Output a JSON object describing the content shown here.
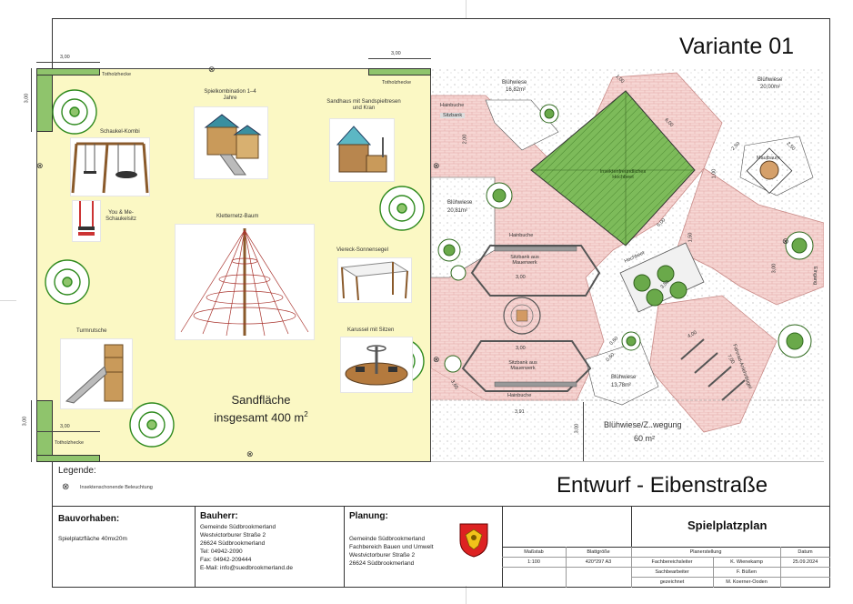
{
  "title": "Variante 01",
  "subtitle": "Entwurf - Eibenstraße",
  "colors": {
    "sand": "#fbf8c4",
    "paving": "#f3cfcd",
    "grass": "#7dbb5a",
    "border": "#222222"
  },
  "dimensions": {
    "d300_top_left": "3,00",
    "d300_top_right": "3,00",
    "d300_left_v": "3,00",
    "d300_bottom_left": "3,00",
    "d300_bottom_v": "3,00",
    "d300_bottom_right_v": "3,00",
    "d100": "1,00",
    "d600_a": "6,00",
    "d600_b": "6,00",
    "d200": "2,00",
    "d250_a": "2,50",
    "d250_b": "2,50",
    "d150": "1,50",
    "d350": "3,50",
    "d300_c1": "3,00",
    "d300_c2": "3,00",
    "d300_right": "3,00",
    "d400": "4,00",
    "d700": "7,00",
    "d100_b": "1,00",
    "d365": "3,65",
    "d391": "3,91",
    "d060": "0,60",
    "d060b": "0,60"
  },
  "hedges": {
    "top_left": "Totholzhecke",
    "top_right": "Totholzhecke",
    "bottom_left": "Totholzhecke"
  },
  "equipment": {
    "spielkombination": "Spielkombination 1–4 Jahre",
    "sandhaus": "Sandhaus mit Sandspieltresen und Kran",
    "schaukel": "Schaukel-Kombi",
    "you_me": "You & Me-Schaukelsitz",
    "kletternetz": "Kletternetz-Baum",
    "sonnensegel": "Viereck-Sonnensegel",
    "turmrutsche": "Turmrutsche",
    "karussell": "Karussel mit Sitzen"
  },
  "sand_area": {
    "line1": "Sandfläche",
    "line2": "insgesamt 400 m",
    "sup": "2"
  },
  "plan_labels": {
    "bluehwiese_1": "Blühwiese",
    "bluehwiese_1_area": "16,82m²",
    "bluehwiese_2": "Blühwiese",
    "bluehwiese_2_area": "20,00m²",
    "bluehwiese_3": "Blühwiese",
    "bluehwiese_3_area": "20,81m²",
    "bluehwiese_4": "Blühwiese",
    "bluehwiese_4_area": "13,78m²",
    "hainbuche_1": "Hainbuche",
    "sitzbank": "Sitzbank",
    "insekten": "Insektenfreundliches Hochbeet",
    "maulbaum": "Maulbaum",
    "hainbuche_2": "Hainbuche",
    "sitzbank_mauer_1": "Sitzbank aus Mauerwerk",
    "sitzbank_mauer_2": "Sitzbank aus Mauerwerk",
    "hainbuche_3": "Hainbuche",
    "hochbeet": "Hochbeet",
    "fahrrad": "Fahrrad-Anlehnbügel",
    "eingang": "Eingang",
    "bewegung_1": "Blühwiese/Z..wegung",
    "bewegung_2": "60 m²"
  },
  "legend": {
    "title": "Legende:",
    "item": "Insektenschonende Beleuchtung"
  },
  "titleblock": {
    "bauvorhaben_label": "Bauvorhaben:",
    "bauvorhaben_value": "Spielplatzfläche 40mx20m",
    "bauherr_label": "Bauherr:",
    "bauherr_lines": [
      "Gemeinde Südbrookmerland",
      "Westvictorburer Straße 2",
      "26624 Südbrookmerland",
      "Tel: 04942-2090",
      "Fax: 04942-209444",
      "E-Mail: info@suedbrookmerland.de"
    ],
    "planung_label": "Planung:",
    "planung_lines": [
      "Gemeinde Südbrookmerland",
      "Fachbereich Bauen und Umwelt",
      "Westvictorburer Straße 2",
      "26624 Südbrookmerland"
    ],
    "plan_title": "Spielplatzplan",
    "h_massstab": "Maßstab",
    "h_blattgroesse": "Blattgröße",
    "h_planerstellung": "Planerstellung",
    "h_datum": "Datum",
    "v_massstab": "1:100",
    "v_blattgroesse": "420*297 A3",
    "r1_label": "Fachbereichsleiter",
    "r1_value": "K. Wienekamp",
    "r1_date": "25.09.2024",
    "r2_label": "Sachbearbeiter",
    "r2_value": "F. Büßen",
    "r3_label": "gezeichnet",
    "r3_value": "M. Koerner-Ooden"
  }
}
